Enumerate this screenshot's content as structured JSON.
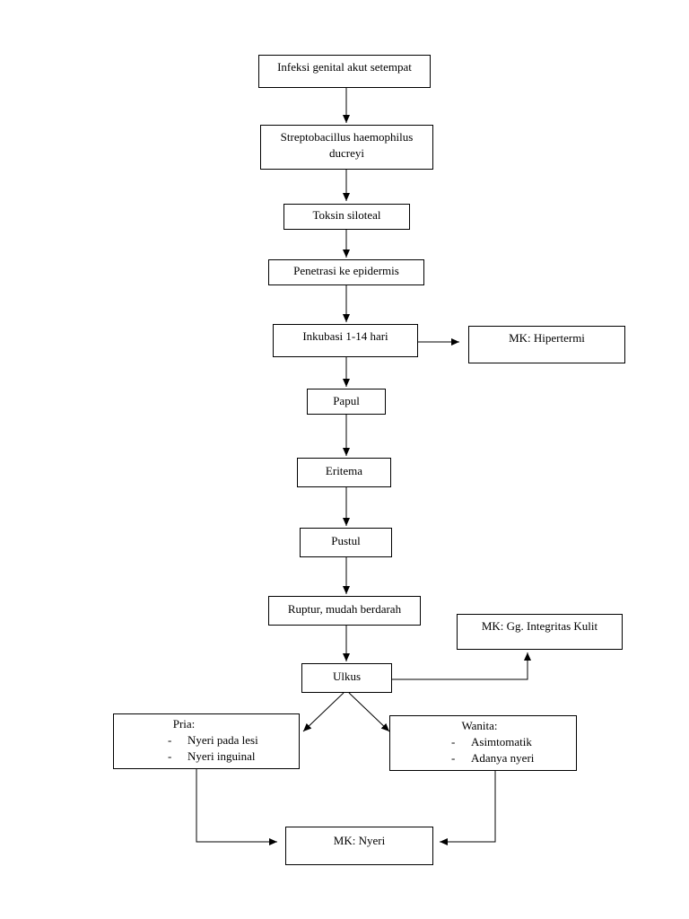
{
  "nodes": {
    "n1": "Infeksi genital akut setempat",
    "n2": [
      "Streptobacillus haemophilus",
      "ducreyi"
    ],
    "n3": "Toksin siloteal",
    "n4": "Penetrasi ke epidermis",
    "n5": "Inkubasi 1-14 hari",
    "mk_hipertermi": "MK: Hipertermi",
    "n6": "Papul",
    "n7": "Eritema",
    "n8": "Pustul",
    "n9": "Ruptur, mudah berdarah",
    "mk_integritas": "MK: Gg. Integritas Kulit",
    "n10": "Ulkus",
    "pria": {
      "title": "Pria:",
      "items": [
        "Nyeri pada lesi",
        "Nyeri inguinal"
      ]
    },
    "wanita": {
      "title": "Wanita:",
      "items": [
        "Asimtomatik",
        "Adanya nyeri"
      ]
    },
    "mk_nyeri": "MK: Nyeri"
  }
}
